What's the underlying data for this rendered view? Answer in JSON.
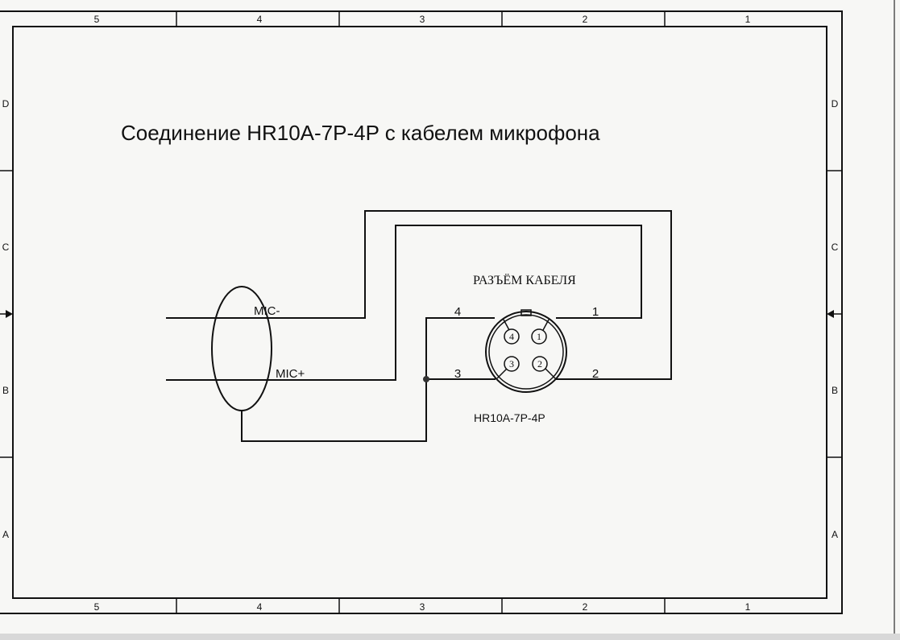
{
  "title": "Соединение HR10A-7P-4P с кабелем микрофона",
  "frame": {
    "columns": [
      "5",
      "4",
      "3",
      "2",
      "1"
    ],
    "rows": [
      "D",
      "C",
      "B",
      "A"
    ]
  },
  "cable": {
    "wire_minus": "MIC-",
    "wire_plus": "MIC+"
  },
  "connector": {
    "caption": "РАЗЪЁМ КАБЕЛЯ",
    "part_number": "HR10A-7P-4P",
    "pins": [
      "1",
      "2",
      "3",
      "4"
    ],
    "wire_labels": [
      "1",
      "2",
      "3",
      "4"
    ]
  }
}
